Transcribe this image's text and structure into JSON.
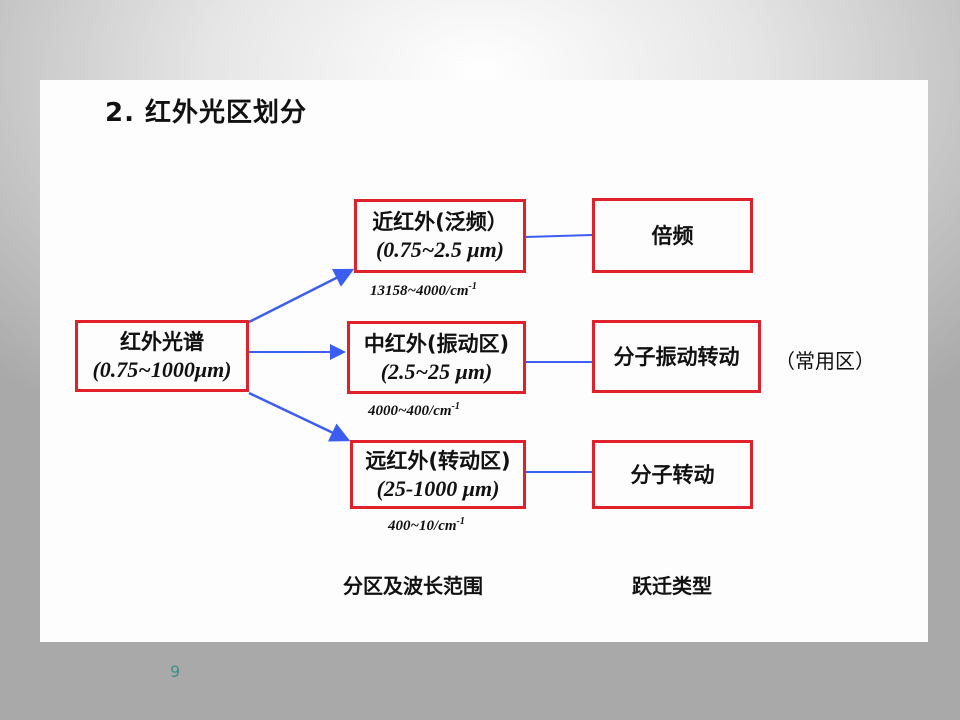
{
  "title": "2. 红外光区划分",
  "source": {
    "name": "红外光谱",
    "range": "(0.75~1000μm)"
  },
  "regions": [
    {
      "name": "近红外(泛频）",
      "range": "(0.75~2.5 μm)",
      "wavenumber": "13158~4000/cm",
      "exp": "-1",
      "transition": "倍频"
    },
    {
      "name": "中红外(振动区)",
      "range": "(2.5~25 μm)",
      "wavenumber": "4000~400/cm",
      "exp": "-1",
      "transition": "分子振动转动",
      "note": "（常用区）"
    },
    {
      "name": "远红外(转动区)",
      "range": "(25-1000 μm)",
      "wavenumber": "400~10/cm",
      "exp": "-1",
      "transition": "分子转动"
    }
  ],
  "captions": {
    "regions": "分区及波长范围",
    "transitions": "跃迁类型"
  },
  "page_number": "9",
  "colors": {
    "box_border": "#e0202a",
    "arrow": "#3b5ef0"
  }
}
